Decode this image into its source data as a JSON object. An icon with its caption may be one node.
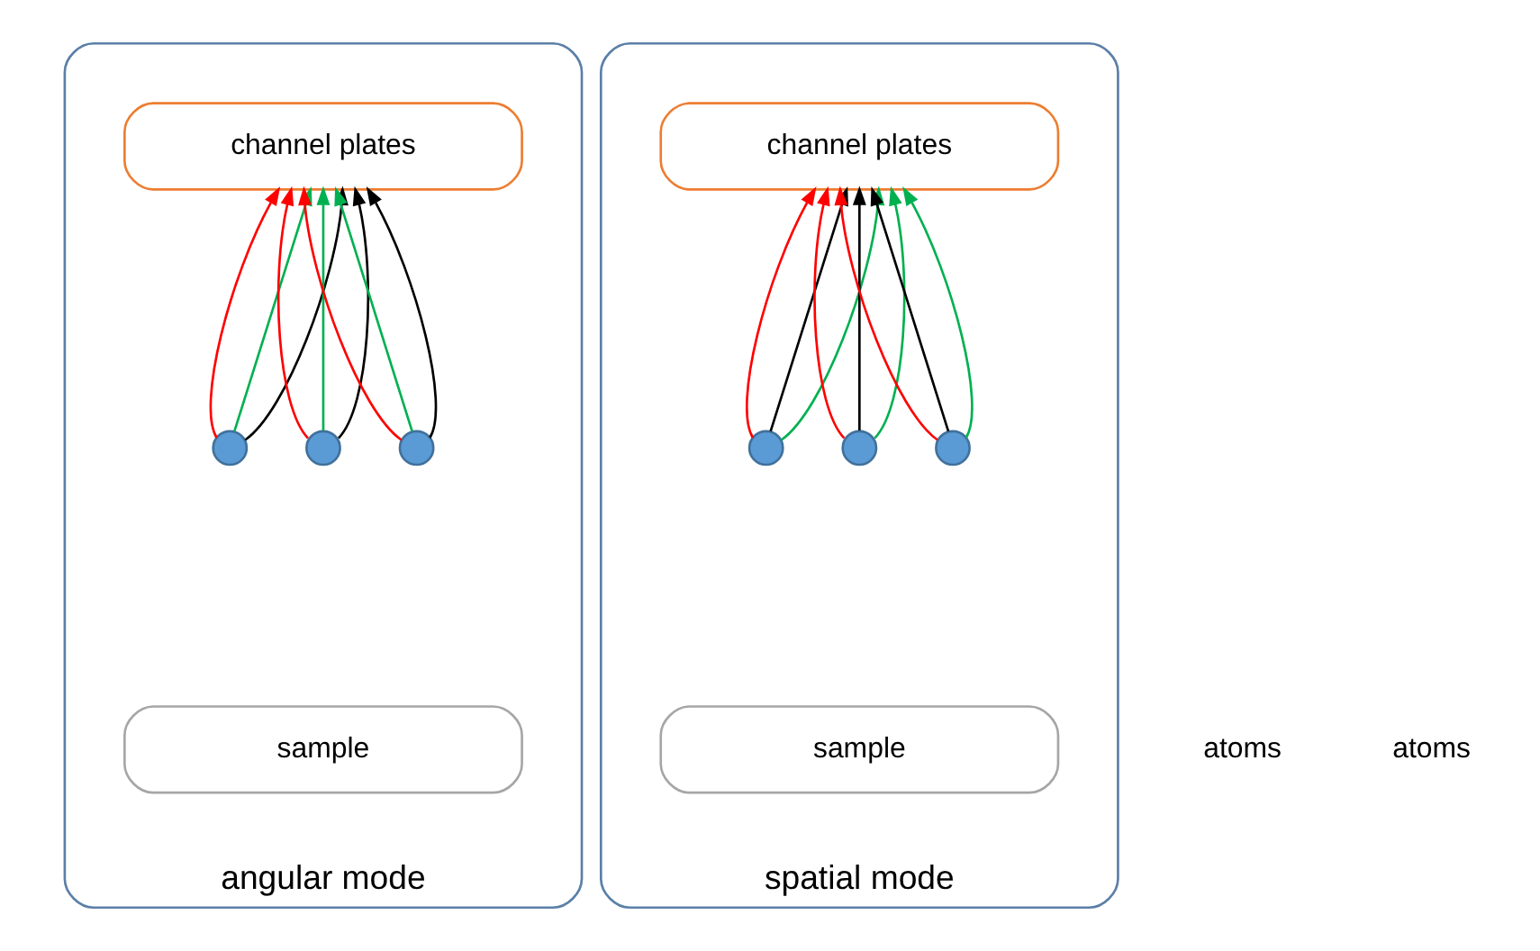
{
  "diagram": {
    "nodes": [
      {
        "text": [
          "angular mode"
        ]
      },
      {
        "text": [
          "channel plates"
        ],
        "in": 0
      },
      {
        "text": [],
        "shape": "circle",
        "in": 0
      },
      {
        "text": [],
        "shape": "circle",
        "in": 0
      },
      {
        "text": [],
        "shape": "circle",
        "in": 0
      },
      {
        "text": [
          "sample"
        ],
        "in": 0
      },
      {
        "text": [
          "spatial mode"
        ]
      },
      {
        "text": [
          "channel plates"
        ],
        "in": 6
      },
      {
        "text": [],
        "shape": "circle",
        "in": 6
      },
      {
        "text": [],
        "shape": "circle",
        "in": 6
      },
      {
        "text": [],
        "shape": "circle",
        "in": 6
      },
      {
        "text": [
          "sample"
        ],
        "in": 6
      }
    ],
    "edges": [
      {
        "from": 2,
        "to": 1,
        "arrow": "to",
        "color": "#ff0000"
      },
      {
        "from": 2,
        "to": 1,
        "arrow": "to",
        "color": "#00b050"
      },
      {
        "from": 2,
        "to": 1,
        "arrow": "to",
        "color": "#000000"
      },
      {
        "from": 3,
        "to": 1,
        "arrow": "to",
        "color": "#ff0000"
      },
      {
        "from": 3,
        "to": 1,
        "arrow": "to",
        "color": "#00b050"
      },
      {
        "from": 3,
        "to": 1,
        "arrow": "to",
        "color": "#000000"
      },
      {
        "from": 4,
        "to": 1,
        "arrow": "to",
        "color": "#ff0000"
      },
      {
        "from": 4,
        "to": 1,
        "arrow": "to",
        "color": "#00b050"
      },
      {
        "from": 4,
        "to": 1,
        "arrow": "to",
        "color": "#000000"
      },
      {
        "from": 8,
        "to": 7,
        "arrow": "to",
        "color": "#ff0000"
      },
      {
        "from": 8,
        "to": 7,
        "arrow": "to",
        "color": "#000000"
      },
      {
        "from": 8,
        "to": 7,
        "arrow": "to",
        "color": "#00b050"
      },
      {
        "from": 9,
        "to": 7,
        "arrow": "to",
        "color": "#ff0000"
      },
      {
        "from": 9,
        "to": 7,
        "arrow": "to",
        "color": "#000000"
      },
      {
        "from": 9,
        "to": 7,
        "arrow": "to",
        "color": "#00b050"
      },
      {
        "from": 10,
        "to": 7,
        "arrow": "to",
        "color": "#ff0000"
      },
      {
        "from": 10,
        "to": 7,
        "arrow": "to",
        "color": "#000000"
      },
      {
        "from": 10,
        "to": 7,
        "arrow": "to",
        "color": "#00b050"
      }
    ],
    "labels": [
      "atoms",
      "atoms"
    ]
  }
}
